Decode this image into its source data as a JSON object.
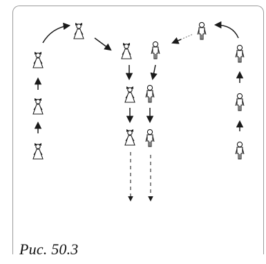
{
  "figure": {
    "caption": "Рис. 50.3"
  },
  "scheme": {
    "description_hidden": "",
    "colors": {
      "stroke": "#1a1a1a",
      "dashed": "#444444",
      "faint": "#888888"
    },
    "girls_column": [
      "girl",
      "girl",
      "girl"
    ],
    "boys_column": [
      "boy",
      "boy",
      "boy"
    ],
    "center_pairs": [
      {
        "left": "girl",
        "right": "boy"
      },
      {
        "left": "girl",
        "right": "boy"
      },
      {
        "left": "girl",
        "right": "boy"
      }
    ],
    "top_girl": "girl",
    "top_boy": "boy"
  }
}
